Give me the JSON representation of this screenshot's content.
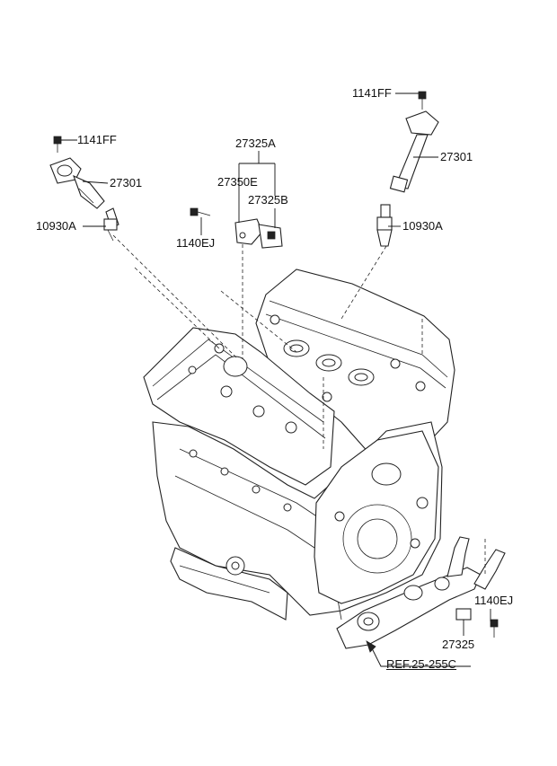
{
  "labels": {
    "bolt_left": "1141FF",
    "coil_left": "27301",
    "plug_left": "10930A",
    "bolt_right": "1141FF",
    "coil_right": "27301",
    "plug_right": "10930A",
    "sensor_assy": "27325A",
    "bracket": "27350E",
    "sensor_b": "27325B",
    "bolt_bracket": "1140EJ",
    "bolt_bottom": "1140EJ",
    "sensor_bottom": "27325",
    "reference": "REF.25-255C"
  }
}
